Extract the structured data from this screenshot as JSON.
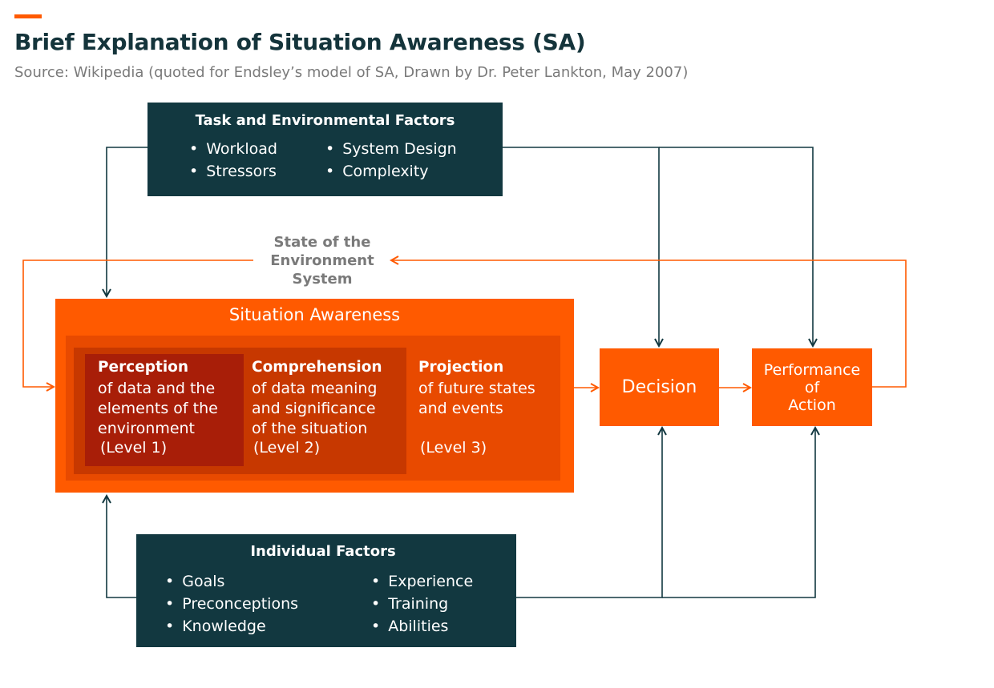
{
  "header": {
    "title": "Brief Explanation of Situation Awareness (SA)",
    "source": "Source: Wikipedia (quoted for Endsley’s model of SA, Drawn by Dr. Peter Lankton, May 2007)"
  },
  "task_factors": {
    "heading": "Task and Environmental Factors",
    "items": [
      "Workload",
      "System Design",
      "Stressors",
      "Complexity"
    ]
  },
  "environment_state": {
    "line1": "State of the",
    "line2": "Environment",
    "line3": "System"
  },
  "situation_awareness": {
    "title": "Situation Awareness",
    "levels": [
      {
        "heading": "Perception",
        "description": [
          "of data and the",
          "elements of the",
          "environment"
        ],
        "level": "(Level 1)"
      },
      {
        "heading": "Comprehension",
        "description": [
          "of data meaning",
          "and significance",
          "of the situation"
        ],
        "level": "(Level 2)"
      },
      {
        "heading": "Projection",
        "description": [
          "of future states",
          "and events"
        ],
        "level": "(Level 3)"
      }
    ]
  },
  "decision": {
    "label": "Decision"
  },
  "performance": {
    "line1": "Performance",
    "line2": "of",
    "line3": "Action"
  },
  "individual_factors": {
    "heading": "Individual Factors",
    "left_items": [
      "Goals",
      "Preconceptions",
      "Knowledge"
    ],
    "right_items": [
      "Experience",
      "Training",
      "Abilities"
    ]
  },
  "colors": {
    "dark_teal": "#123840",
    "orange": "#ff5a00",
    "orange_mid": "#e84a00",
    "orange_dark": "#c73800",
    "red_dark": "#a81e08",
    "gray_text": "#7a7a7a"
  }
}
